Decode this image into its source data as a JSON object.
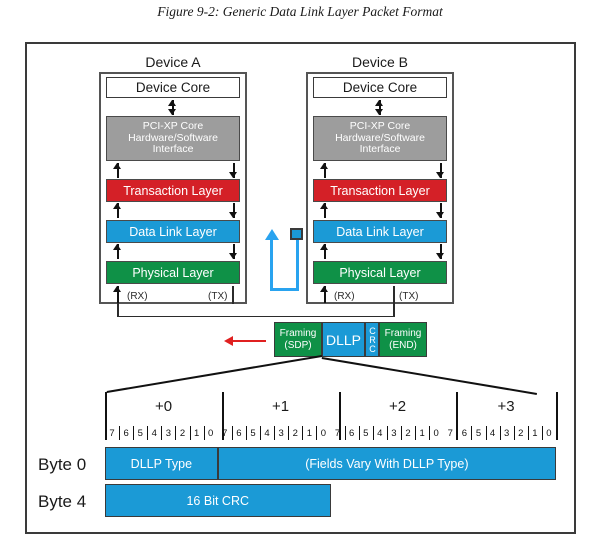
{
  "figure": {
    "title": "Figure 9-2: Generic Data Link Layer Packet Format"
  },
  "devices": [
    {
      "label": "Device A",
      "layers": [
        {
          "name": "Device Core",
          "color": "#ffffff"
        },
        {
          "name": "PCI-XP Core\nHardware/Software\nInterface",
          "line1": "PCI-XP Core",
          "line2": "Hardware/Software",
          "line3": "Interface",
          "color": "#9d9d9d"
        },
        {
          "name": "Transaction Layer",
          "color": "#d42027"
        },
        {
          "name": "Data Link Layer",
          "color": "#1b9ad6"
        },
        {
          "name": "Physical Layer",
          "color": "#0f9147"
        }
      ],
      "rx_label": "(RX)",
      "tx_label": "(TX)"
    },
    {
      "label": "Device B",
      "layers": [
        {
          "name": "Device Core",
          "color": "#ffffff"
        },
        {
          "name": "PCI-XP Core\nHardware/Software\nInterface",
          "line1": "PCI-XP Core",
          "line2": "Hardware/Software",
          "line3": "Interface",
          "color": "#9d9d9d"
        },
        {
          "name": "Transaction Layer",
          "color": "#d42027"
        },
        {
          "name": "Data Link Layer",
          "color": "#1b9ad6"
        },
        {
          "name": "Physical Layer",
          "color": "#0f9147"
        }
      ],
      "rx_label": "(RX)",
      "tx_label": "(TX)"
    }
  ],
  "packet": {
    "framing_start_line1": "Framing",
    "framing_start_line2": "(SDP)",
    "payload": "DLLP",
    "crc": "CRC",
    "framing_end_line1": "Framing",
    "framing_end_line2": "(END)"
  },
  "byte_format": {
    "offsets": [
      "+0",
      "+1",
      "+2",
      "+3"
    ],
    "bits": [
      "7",
      "6",
      "5",
      "4",
      "3",
      "2",
      "1",
      "0"
    ],
    "rows": [
      {
        "label": "Byte 0",
        "fields": [
          {
            "text": "DLLP Type",
            "start_byte": 0,
            "span_bytes": 1
          },
          {
            "text": "(Fields Vary With DLLP Type)",
            "start_byte": 1,
            "span_bytes": 3
          }
        ]
      },
      {
        "label": "Byte 4",
        "fields": [
          {
            "text": "16 Bit CRC",
            "start_byte": 0,
            "span_bytes": 2
          }
        ]
      }
    ]
  },
  "colors": {
    "transaction": "#d42027",
    "datalink": "#1b9ad6",
    "physical": "#0f9147",
    "core_interface": "#9d9d9d",
    "return_path": "#29a3ef",
    "direction_arrow": "#e02020"
  }
}
